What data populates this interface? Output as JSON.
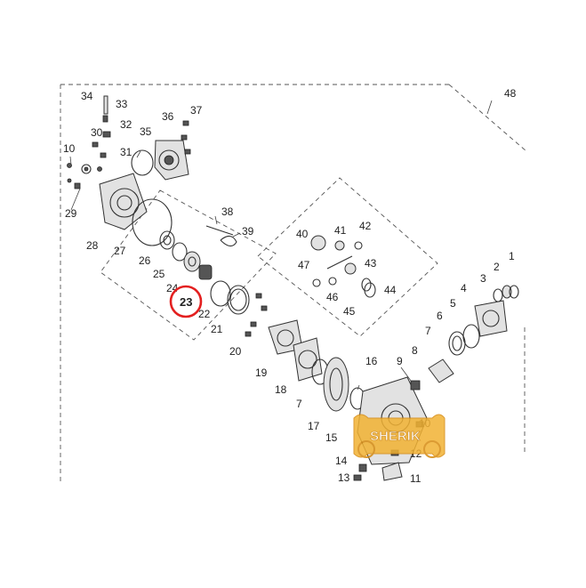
{
  "callouts": [
    {
      "n": "1"
    },
    {
      "n": "2"
    },
    {
      "n": "3"
    },
    {
      "n": "4"
    },
    {
      "n": "5"
    },
    {
      "n": "6"
    },
    {
      "n": "7"
    },
    {
      "n": "7"
    },
    {
      "n": "8"
    },
    {
      "n": "9"
    },
    {
      "n": "10"
    },
    {
      "n": "11"
    },
    {
      "n": "12"
    },
    {
      "n": "13"
    },
    {
      "n": "14"
    },
    {
      "n": "15"
    },
    {
      "n": "16"
    },
    {
      "n": "17"
    },
    {
      "n": "18"
    },
    {
      "n": "19"
    },
    {
      "n": "20"
    },
    {
      "n": "21"
    },
    {
      "n": "22"
    },
    {
      "n": "23"
    },
    {
      "n": "24"
    },
    {
      "n": "25"
    },
    {
      "n": "26"
    },
    {
      "n": "27"
    },
    {
      "n": "28"
    },
    {
      "n": "29"
    },
    {
      "n": "30"
    },
    {
      "n": "31"
    },
    {
      "n": "32"
    },
    {
      "n": "33"
    },
    {
      "n": "34"
    },
    {
      "n": "35"
    },
    {
      "n": "36"
    },
    {
      "n": "37"
    },
    {
      "n": "38"
    },
    {
      "n": "39"
    },
    {
      "n": "40"
    },
    {
      "n": "41"
    },
    {
      "n": "42"
    },
    {
      "n": "43"
    },
    {
      "n": "44"
    },
    {
      "n": "45"
    },
    {
      "n": "46"
    },
    {
      "n": "47"
    },
    {
      "n": "48"
    }
  ],
  "highlight": {
    "number": "23",
    "color": "#e32020"
  },
  "watermark": {
    "text": "SHERIK",
    "color": "#f2b233"
  }
}
